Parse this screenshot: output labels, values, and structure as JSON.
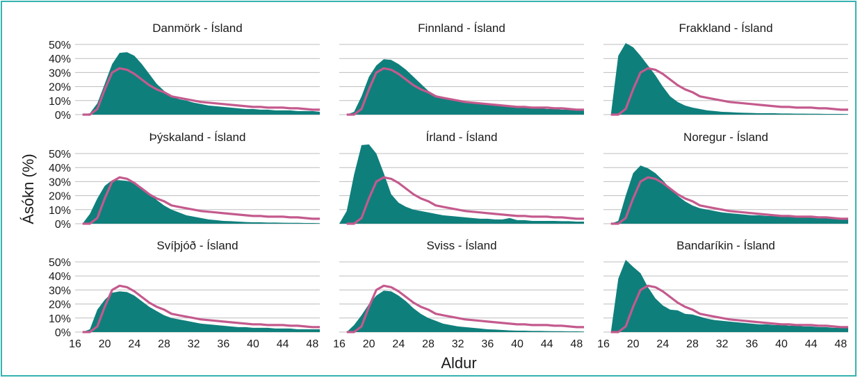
{
  "chart_data": {
    "type": "area",
    "xlabel": "Aldur",
    "ylabel": "Ásókn (%)",
    "xlim": [
      16,
      49
    ],
    "ylim": [
      0,
      0.55
    ],
    "x_ticks": [
      16,
      20,
      24,
      28,
      32,
      36,
      40,
      44,
      48
    ],
    "y_ticks": [
      "0%",
      "10%",
      "20%",
      "30%",
      "40%",
      "50%"
    ],
    "y_tick_values": [
      0,
      0.1,
      0.2,
      0.3,
      0.4,
      0.5
    ],
    "colors": {
      "area": "#0f7f7c",
      "line": "#c45a8d",
      "grid": "#bdbdbd",
      "frame": "#35b3b0"
    },
    "ages": [
      16,
      17,
      18,
      19,
      20,
      21,
      22,
      23,
      24,
      25,
      26,
      27,
      28,
      29,
      30,
      31,
      32,
      33,
      34,
      35,
      36,
      37,
      38,
      39,
      40,
      41,
      42,
      43,
      44,
      45,
      46,
      47,
      48,
      49
    ],
    "line_values": [
      0,
      0,
      0,
      0.04,
      0.18,
      0.3,
      0.33,
      0.32,
      0.29,
      0.25,
      0.21,
      0.18,
      0.16,
      0.13,
      0.12,
      0.11,
      0.1,
      0.09,
      0.085,
      0.08,
      0.075,
      0.07,
      0.065,
      0.06,
      0.055,
      0.055,
      0.05,
      0.05,
      0.05,
      0.045,
      0.045,
      0.04,
      0.035,
      0.035
    ],
    "panels": [
      {
        "title": "Danmörk - Ísland",
        "values": [
          0,
          0,
          0.01,
          0.08,
          0.22,
          0.36,
          0.44,
          0.445,
          0.42,
          0.36,
          0.29,
          0.22,
          0.17,
          0.13,
          0.11,
          0.1,
          0.085,
          0.075,
          0.065,
          0.06,
          0.055,
          0.05,
          0.045,
          0.04,
          0.04,
          0.035,
          0.035,
          0.03,
          0.03,
          0.03,
          0.025,
          0.025,
          0.025,
          0.02
        ]
      },
      {
        "title": "Finnland - Ísland",
        "values": [
          0,
          0,
          0.02,
          0.13,
          0.27,
          0.35,
          0.395,
          0.39,
          0.36,
          0.32,
          0.27,
          0.22,
          0.17,
          0.14,
          0.12,
          0.11,
          0.1,
          0.09,
          0.08,
          0.075,
          0.07,
          0.065,
          0.06,
          0.055,
          0.055,
          0.05,
          0.045,
          0.045,
          0.04,
          0.04,
          0.035,
          0.035,
          0.035,
          0.03
        ]
      },
      {
        "title": "Frakkland - Ísland",
        "values": [
          0,
          0,
          0.42,
          0.51,
          0.48,
          0.42,
          0.35,
          0.28,
          0.2,
          0.13,
          0.09,
          0.065,
          0.05,
          0.04,
          0.03,
          0.025,
          0.02,
          0.018,
          0.015,
          0.013,
          0.012,
          0.01,
          0.01,
          0.01,
          0.008,
          0.008,
          0.007,
          0.007,
          0.006,
          0.006,
          0.005,
          0.005,
          0.005,
          0.004
        ]
      },
      {
        "title": "Þýskaland - Ísland",
        "values": [
          0,
          0,
          0.07,
          0.18,
          0.27,
          0.31,
          0.31,
          0.305,
          0.29,
          0.26,
          0.22,
          0.17,
          0.13,
          0.1,
          0.08,
          0.06,
          0.05,
          0.04,
          0.03,
          0.025,
          0.02,
          0.018,
          0.015,
          0.012,
          0.01,
          0.01,
          0.008,
          0.008,
          0.007,
          0.006,
          0.006,
          0.005,
          0.005,
          0.004
        ]
      },
      {
        "title": "Írland - Ísland",
        "values": [
          0,
          0.09,
          0.35,
          0.56,
          0.565,
          0.5,
          0.36,
          0.21,
          0.15,
          0.12,
          0.1,
          0.09,
          0.08,
          0.07,
          0.06,
          0.055,
          0.05,
          0.045,
          0.04,
          0.035,
          0.035,
          0.03,
          0.03,
          0.04,
          0.025,
          0.025,
          0.02,
          0.02,
          0.02,
          0.02,
          0.018,
          0.018,
          0.015,
          0.015
        ]
      },
      {
        "title": "Noregur - Ísland",
        "values": [
          0,
          0,
          0.02,
          0.2,
          0.36,
          0.415,
          0.395,
          0.36,
          0.31,
          0.25,
          0.2,
          0.16,
          0.13,
          0.11,
          0.1,
          0.09,
          0.08,
          0.075,
          0.07,
          0.065,
          0.06,
          0.06,
          0.055,
          0.055,
          0.05,
          0.05,
          0.05,
          0.045,
          0.045,
          0.045,
          0.04,
          0.04,
          0.04,
          0.035
        ]
      },
      {
        "title": "Svíþjóð - Ísland",
        "values": [
          0,
          0,
          0.02,
          0.16,
          0.23,
          0.28,
          0.29,
          0.285,
          0.26,
          0.22,
          0.18,
          0.15,
          0.12,
          0.1,
          0.09,
          0.08,
          0.07,
          0.06,
          0.055,
          0.05,
          0.045,
          0.04,
          0.035,
          0.035,
          0.03,
          0.03,
          0.03,
          0.025,
          0.025,
          0.025,
          0.02,
          0.02,
          0.02,
          0.02
        ]
      },
      {
        "title": "Sviss - Ísland",
        "values": [
          0,
          0,
          0.05,
          0.12,
          0.2,
          0.26,
          0.295,
          0.29,
          0.26,
          0.22,
          0.17,
          0.13,
          0.1,
          0.08,
          0.06,
          0.05,
          0.04,
          0.035,
          0.03,
          0.025,
          0.02,
          0.018,
          0.015,
          0.012,
          0.01,
          0.01,
          0.008,
          0.008,
          0.007,
          0.006,
          0.006,
          0.005,
          0.005,
          0.004
        ]
      },
      {
        "title": "Bandaríkin - Ísland",
        "values": [
          0,
          0,
          0.38,
          0.515,
          0.465,
          0.42,
          0.32,
          0.24,
          0.19,
          0.16,
          0.155,
          0.13,
          0.125,
          0.11,
          0.095,
          0.085,
          0.08,
          0.075,
          0.07,
          0.065,
          0.06,
          0.055,
          0.055,
          0.05,
          0.05,
          0.045,
          0.045,
          0.04,
          0.04,
          0.035,
          0.035,
          0.03,
          0.03,
          0.03
        ]
      }
    ]
  }
}
